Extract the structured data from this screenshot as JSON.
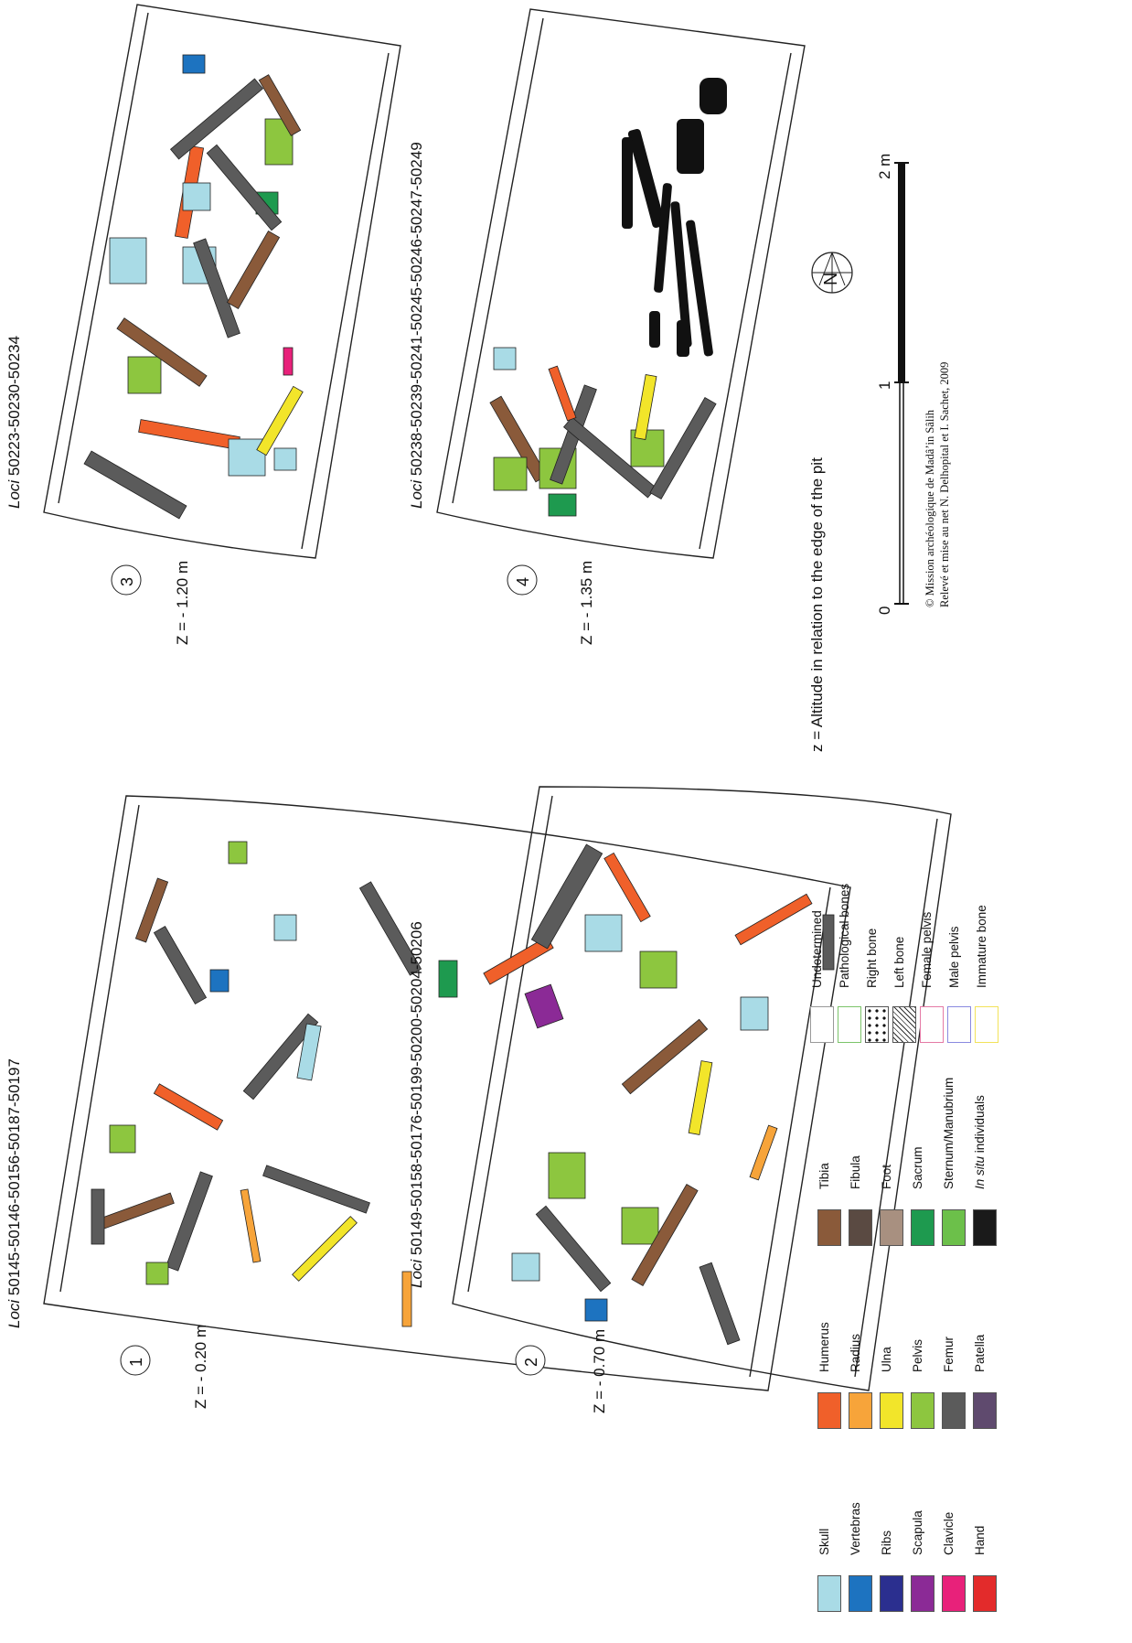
{
  "panels": [
    {
      "num": "1",
      "loci_prefix": "Loci",
      "loci": " 50145-50146-50156-50187-50197",
      "loci2_prefix": "Loci",
      "loci2": " 50149-50158-50176-50199-50200-50204-50206",
      "z": "Z = - 0.20 m"
    },
    {
      "num": "2",
      "z": "Z = - 0.70 m"
    },
    {
      "num": "3",
      "loci_prefix": "Loci",
      "loci": " 50223-50230-50234",
      "z": "Z = - 1.20 m"
    },
    {
      "num": "4",
      "loci_prefix": "Loci",
      "loci": " 50238-50239-50241-50245-50246-50247-50249",
      "z": "Z = - 1.35 m"
    }
  ],
  "altitude_note": "z = Altitude  in relation to the edge of the pit",
  "scale": {
    "ticks": [
      "0",
      "1",
      "2 m"
    ]
  },
  "credits": [
    "© Mission archéologique de Madâ’in Sâlih",
    "Relevé et mise au net N. Delhopital et I. Sachet, 2009"
  ],
  "compass": {
    "label": "N"
  },
  "legend": {
    "col1": [
      {
        "label": "Skull",
        "color": "#a9dbe6"
      },
      {
        "label": "Vertebras",
        "color": "#1d73c0"
      },
      {
        "label": "Ribs",
        "color": "#2b2f8f"
      },
      {
        "label": "Scapula",
        "color": "#8b2a96"
      },
      {
        "label": "Clavicle",
        "color": "#e8217a"
      },
      {
        "label": "Hand",
        "color": "#e32b2b"
      }
    ],
    "col2": [
      {
        "label": "Humerus",
        "color": "#f0602a"
      },
      {
        "label": "Radius",
        "color": "#f7a43a"
      },
      {
        "label": "Ulna",
        "color": "#f2e52a"
      },
      {
        "label": "Pelvis",
        "color": "#8dc63f"
      },
      {
        "label": "Femur",
        "color": "#5b5b5b"
      },
      {
        "label": "Patella",
        "color": "#5f4a6e"
      }
    ],
    "col3": [
      {
        "label": "Tibia",
        "color": "#8a5a3a"
      },
      {
        "label": "Fibula",
        "color": "#5a4a42"
      },
      {
        "label": "Foot",
        "color": "#a89080"
      },
      {
        "label": "Sacrum",
        "color": "#1e9a4f"
      },
      {
        "label": "Sternum/Manubrium",
        "color": "#6cc04a"
      },
      {
        "label_italic": "In situ",
        "label_rest": " individuals",
        "color": "#1a1a1a"
      }
    ],
    "col4": [
      {
        "label": "Undetermined",
        "stroke": "#999999"
      },
      {
        "label": "Pathological bones",
        "stroke": "#7cc46a"
      },
      {
        "label": "Right bone",
        "pattern": "dots"
      },
      {
        "label": "Left bone",
        "pattern": "hatch"
      },
      {
        "label": "Female pelvis",
        "stroke": "#e57aa6"
      },
      {
        "label": "Male pelvis",
        "stroke": "#8a8ae0"
      },
      {
        "label": "Immature bone",
        "stroke": "#f2e25a"
      }
    ]
  }
}
